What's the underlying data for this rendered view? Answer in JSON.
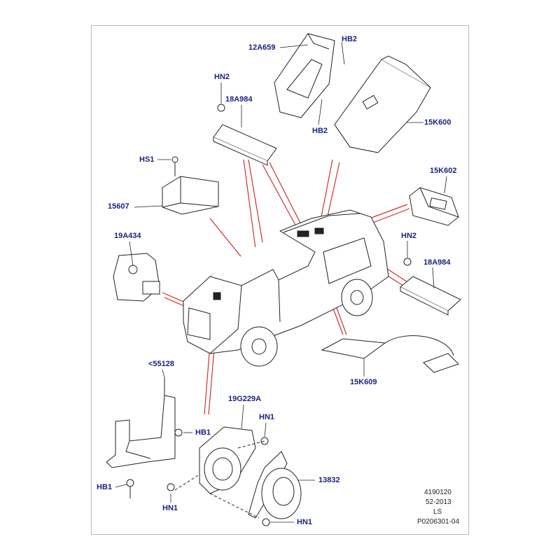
{
  "diagram": {
    "colors": {
      "label": "#1a237e",
      "leader": "#d32f2f",
      "line": "#222222",
      "frame": "#b8b8b8"
    },
    "labels": {
      "p12A659": "12A659",
      "hb2_top": "HB2",
      "hn2_top": "HN2",
      "p18A984_top": "18A984",
      "hb2_mid": "HB2",
      "p15K600": "15K600",
      "hs1": "HS1",
      "p15K602": "15K602",
      "p15607": "15607",
      "p19A434": "19A434",
      "hn2_right": "HN2",
      "p18A984_right": "18A984",
      "p15K609": "15K609",
      "p55128": "<55128",
      "p19G229A": "19G229A",
      "hn1_top": "HN1",
      "hb1_right": "HB1",
      "hb1_left": "HB1",
      "p13832": "13832",
      "hn1_left": "HN1",
      "hn1_bottom": "HN1"
    },
    "footer": {
      "code": "4190120",
      "date": "52-2013",
      "ls": "LS",
      "ref": "P0206301-04"
    }
  }
}
